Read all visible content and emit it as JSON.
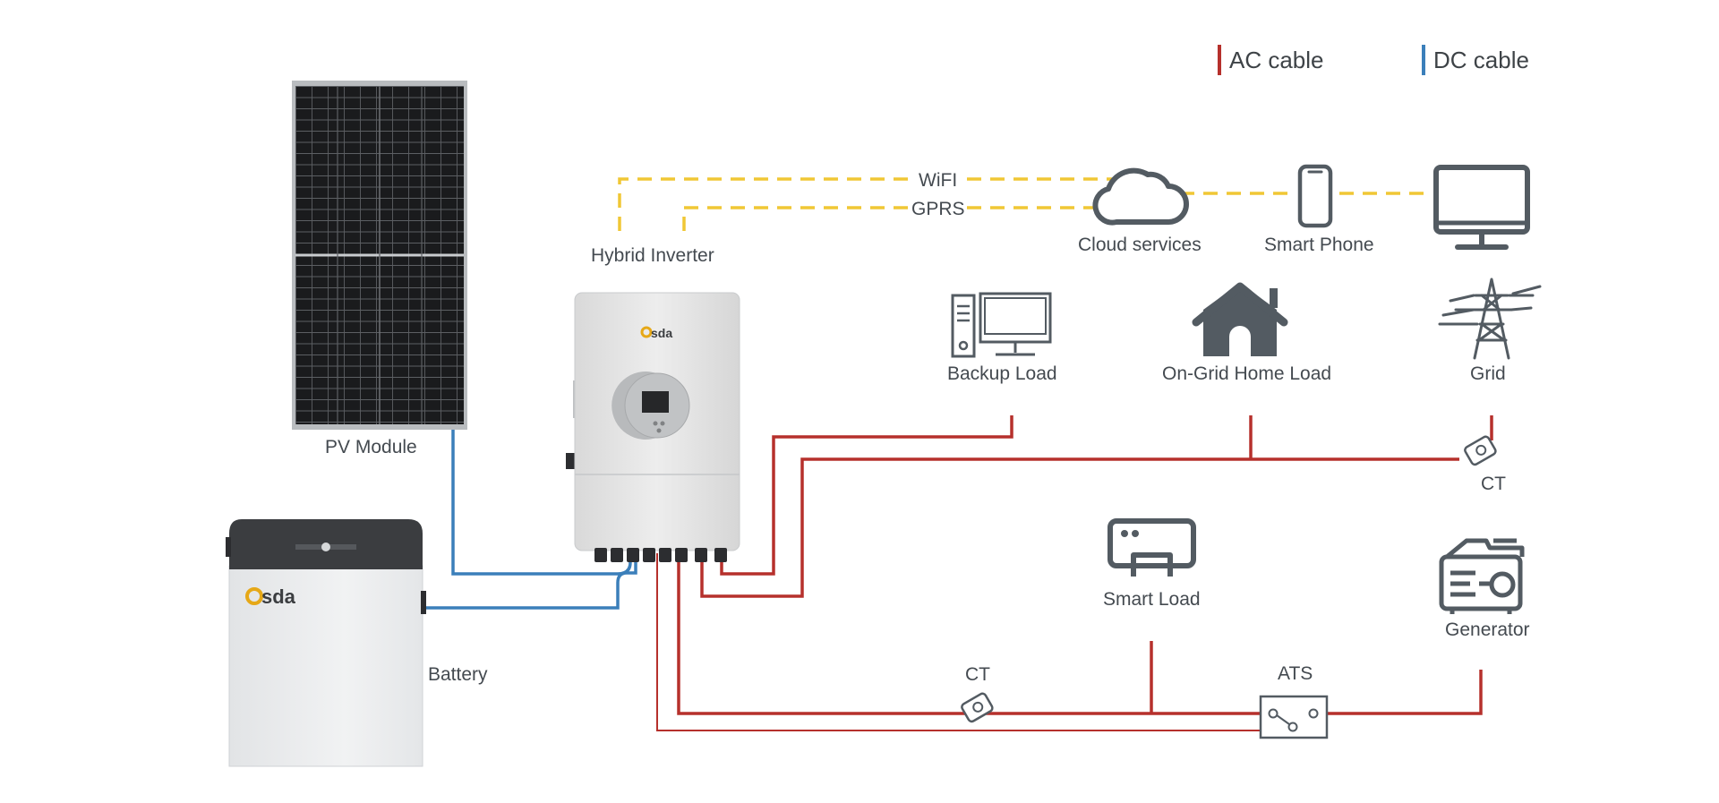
{
  "legend": {
    "ac": "AC cable",
    "dc": "DC cable"
  },
  "colors": {
    "ac": "#b6302c",
    "dc": "#3b7fba",
    "comm": "#f0c735",
    "icon": "#535b62",
    "brand": "#e6a817"
  },
  "brand": {
    "logo_text": "Osda"
  },
  "labels": {
    "pv_module": "PV Module",
    "battery": "Battery",
    "hybrid_inverter": "Hybrid Inverter",
    "wifi": "WiFI",
    "gprs": "GPRS",
    "cloud": "Cloud services",
    "phone": "Smart Phone",
    "backup_load": "Backup Load",
    "home_load": "On-Grid Home Load",
    "grid": "Grid",
    "ct_grid": "CT",
    "smart_load": "Smart Load",
    "generator": "Generator",
    "ct_bottom": "CT",
    "ats": "ATS"
  },
  "icons": [
    "cloud-icon",
    "smartphone-icon",
    "monitor-icon",
    "desktop-computer-icon",
    "house-icon",
    "transmission-tower-icon",
    "ct-sensor-icon",
    "air-conditioner-icon",
    "generator-icon",
    "ats-switch-icon"
  ]
}
